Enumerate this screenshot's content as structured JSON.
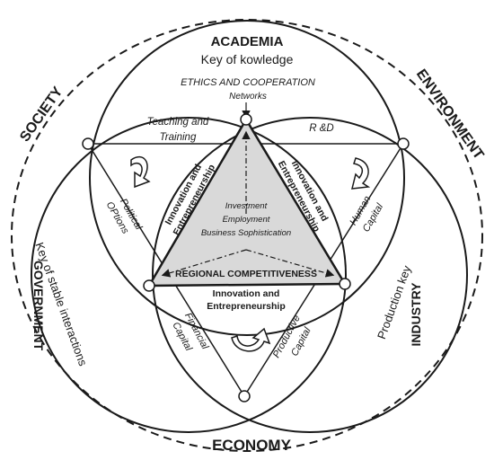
{
  "outer_labels": {
    "society": "SOCIETY",
    "environment": "ENVIRONMENT",
    "economy": "ECONOMY"
  },
  "academia": {
    "title": "ACADEMIA",
    "subtitle": "Key of kowledge",
    "ethics": "ETHICS AND COOPERATION",
    "networks": "Networks"
  },
  "government": {
    "title": "GOVERNMENT",
    "subtitle": "Key of stable interactions"
  },
  "industry": {
    "title": "INDUSTRY",
    "subtitle": "Production key"
  },
  "links": {
    "teaching_1": "Teaching and",
    "teaching_2": "Training",
    "rd": "R &D",
    "political_1": "Political",
    "political_2": "OPtions",
    "human_1": "Human",
    "human_2": "Capital",
    "financial_1": "Financial",
    "financial_2": "Capital",
    "productive_1": "Productive",
    "productive_2": "Capital"
  },
  "triangle": {
    "left_side_1": "Innovation and",
    "left_side_2": "Entrepreneurship",
    "right_side_1": "Innovation and",
    "right_side_2": "Entrepreneurship",
    "bottom_1": "Innovation and",
    "bottom_2": "Entrepreneurship",
    "center_1": "Investment",
    "center_2": "Employment",
    "center_3": "Business Sophistication",
    "base_label": "REGIONAL COMPETITIVENESS"
  },
  "colors": {
    "line": "#1a1a1a",
    "triangle_fill": "#d9d9d9",
    "node_fill": "#ffffff"
  }
}
